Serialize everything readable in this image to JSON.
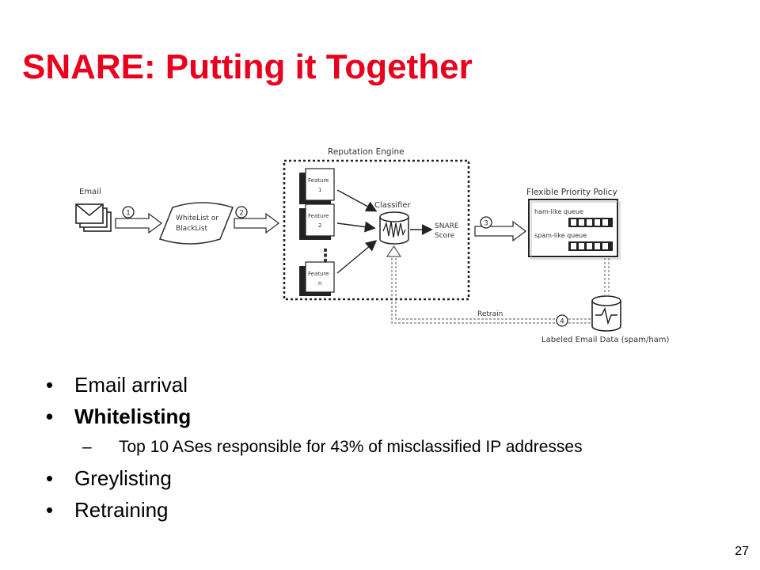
{
  "slide": {
    "title": "SNARE: Putting it Together",
    "page_number": "27"
  },
  "diagram": {
    "email_label": "Email",
    "whitelist_label_1": "WhiteList or",
    "whitelist_label_2": "BlackList",
    "reputation_engine_label": "Reputation Engine",
    "features": [
      {
        "line1": "Feature",
        "line2": "1"
      },
      {
        "line1": "Feature",
        "line2": "2"
      },
      {
        "line1": "Feature",
        "line2": "n"
      }
    ],
    "ellipsis": "⋮",
    "classifier_label": "Classifier",
    "score_label_1": "SNARE",
    "score_label_2": "Score",
    "policy_label": "Flexible Priority Policy",
    "ham_queue_label": "ham-like queue",
    "spam_queue_label": "spam-like queue",
    "retrain_label": "Retrain",
    "labeled_data_label": "Labeled Email Data (spam/ham)",
    "step_numbers": [
      "1",
      "2",
      "3",
      "4"
    ]
  },
  "bullets": {
    "item1": "Email arrival",
    "item2": "Whitelisting",
    "item2_sub": "Top 10 ASes responsible for 43% of misclassified IP addresses",
    "item3": "Greylisting",
    "item4": "Retraining",
    "bullet_glyph": "•",
    "dash_glyph": "–"
  }
}
